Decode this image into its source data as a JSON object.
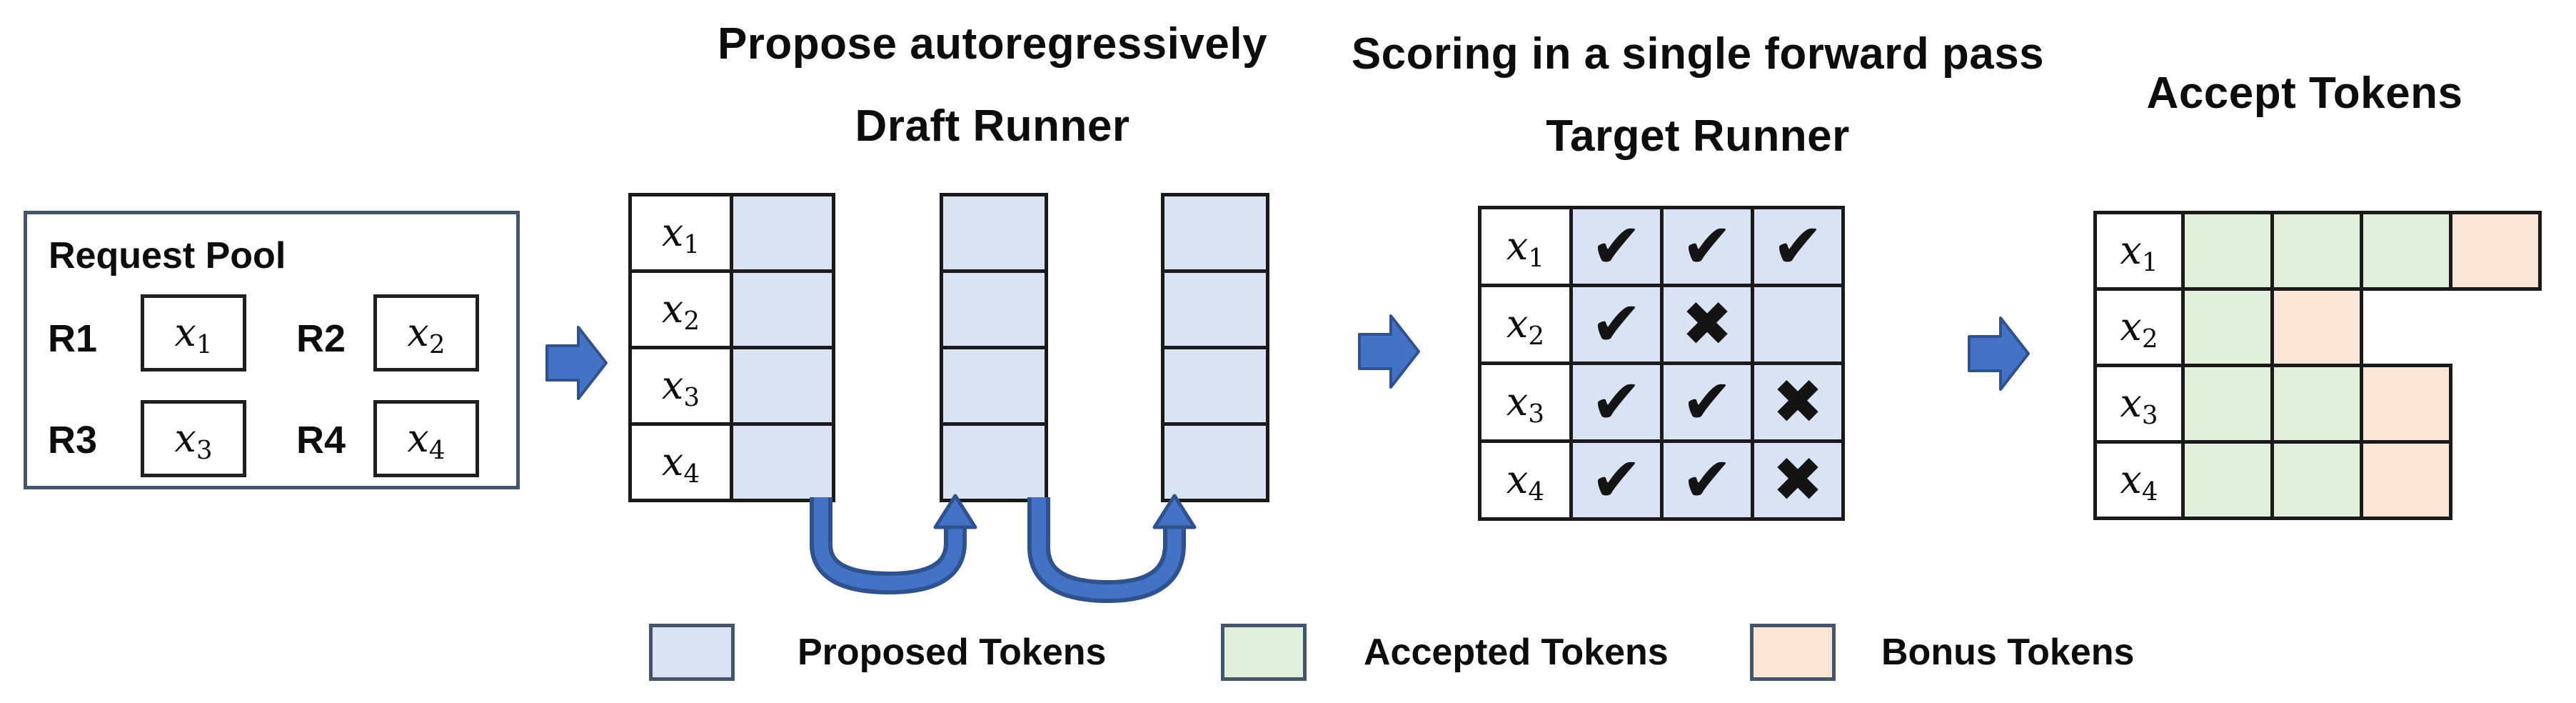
{
  "titles": {
    "propose_line1": "Propose autoregressively",
    "propose_line2": "Draft Runner",
    "scoring_line1": "Scoring in a single forward pass",
    "scoring_line2": "Target Runner",
    "accept": "Accept Tokens"
  },
  "request_pool": {
    "title": "Request Pool",
    "requests": [
      {
        "id": "R1",
        "token": {
          "base": "x",
          "sub": "1"
        }
      },
      {
        "id": "R2",
        "token": {
          "base": "x",
          "sub": "2"
        }
      },
      {
        "id": "R3",
        "token": {
          "base": "x",
          "sub": "3"
        }
      },
      {
        "id": "R4",
        "token": {
          "base": "x",
          "sub": "4"
        }
      }
    ]
  },
  "tokens": [
    {
      "base": "x",
      "sub": "1"
    },
    {
      "base": "x",
      "sub": "2"
    },
    {
      "base": "x",
      "sub": "3"
    },
    {
      "base": "x",
      "sub": "4"
    }
  ],
  "draft": {
    "prompt_rows": [
      [
        "label",
        "proposed"
      ],
      [
        "label",
        "proposed"
      ],
      [
        "label",
        "proposed"
      ],
      [
        "label",
        "proposed"
      ]
    ],
    "step2_rows": [
      [
        "proposed"
      ],
      [
        "proposed"
      ],
      [
        "proposed"
      ],
      [
        "proposed"
      ]
    ],
    "step3_rows": [
      [
        "proposed"
      ],
      [
        "proposed"
      ],
      [
        "proposed"
      ],
      [
        "proposed"
      ]
    ]
  },
  "target": {
    "rows": [
      [
        "check",
        "check",
        "check"
      ],
      [
        "check",
        "cross",
        "blank"
      ],
      [
        "check",
        "check",
        "cross"
      ],
      [
        "check",
        "check",
        "cross"
      ]
    ]
  },
  "accept": {
    "rows": [
      [
        "accepted",
        "accepted",
        "accepted",
        "bonus"
      ],
      [
        "accepted",
        "bonus"
      ],
      [
        "accepted",
        "accepted",
        "bonus"
      ],
      [
        "accepted",
        "accepted",
        "bonus"
      ]
    ]
  },
  "glyphs": {
    "check": "✔",
    "cross": "✖"
  },
  "legend": [
    {
      "label": "Proposed Tokens",
      "kind": "proposed"
    },
    {
      "label": "Accepted Tokens",
      "kind": "accepted"
    },
    {
      "label": "Bonus Tokens",
      "kind": "bonus"
    }
  ],
  "colors": {
    "proposed": "#dae3f3",
    "accepted": "#e2efda",
    "bonus": "#fbe5d6",
    "arrow_fill": "#4472c4",
    "arrow_edge": "#2f528f",
    "line": "#1a1a1a"
  }
}
